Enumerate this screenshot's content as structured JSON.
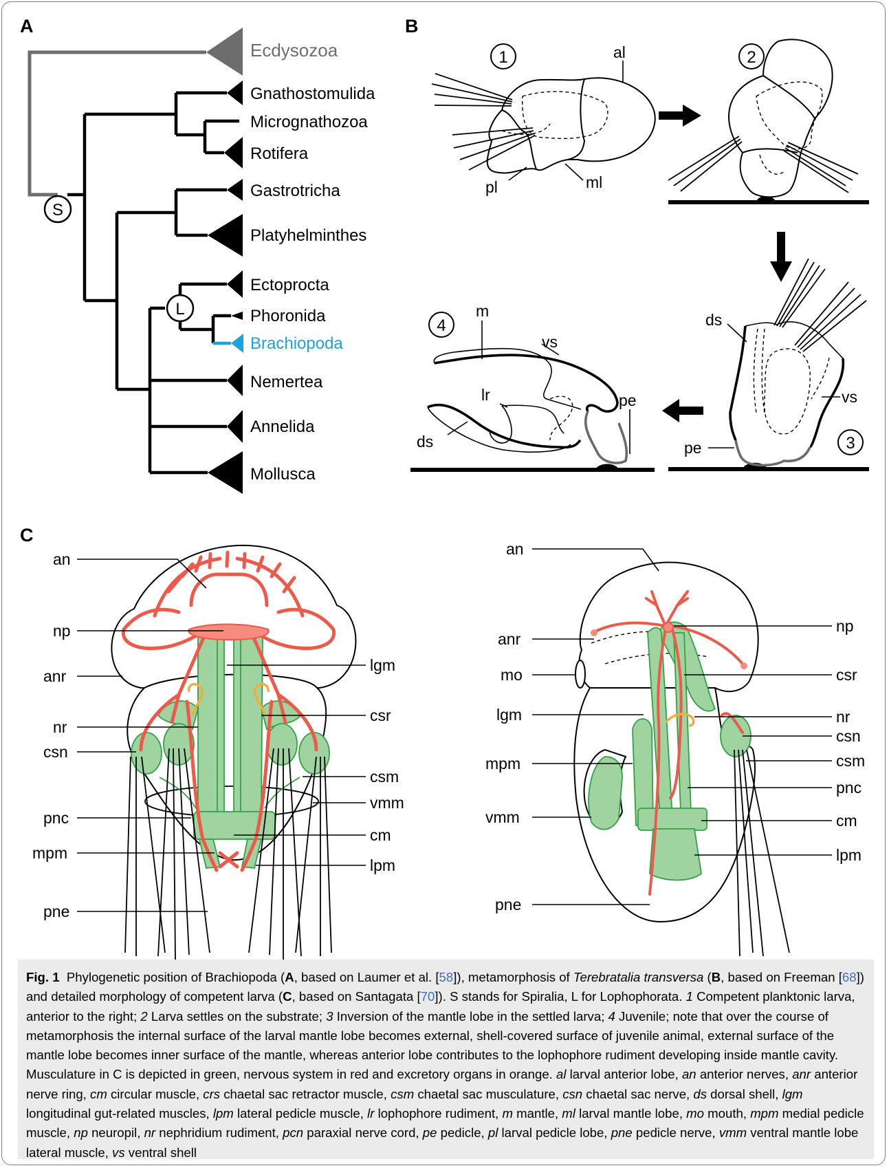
{
  "panels": {
    "a": "A",
    "b": "B",
    "c": "C"
  },
  "tree": {
    "taxa": [
      "Ecdysozoa",
      "Gnathostomulida",
      "Micrognathozoa",
      "Rotifera",
      "Gastrotricha",
      "Platyhelminthes",
      "Ectoprocta",
      "Phoronida",
      "Brachiopoda",
      "Nemertea",
      "Annelida",
      "Mollusca"
    ],
    "node_s": "S",
    "node_l": "L",
    "colors": {
      "ecdysozoa": "#6d6d6d",
      "brachiopoda": "#1ba3dc",
      "tree": "#000000"
    }
  },
  "stages": {
    "n1": "1",
    "n2": "2",
    "n3": "3",
    "n4": "4",
    "labels": {
      "al": "al",
      "pl": "pl",
      "ml": "ml",
      "ds": "ds",
      "vs": "vs",
      "pe": "pe",
      "m": "m",
      "lr": "lr"
    }
  },
  "larva_left": {
    "left_labels": [
      "an",
      "np",
      "anr",
      "nr",
      "csn",
      "pnc",
      "mpm",
      "pne"
    ],
    "right_labels": [
      "lgm",
      "csr",
      "csm",
      "vmm",
      "cm",
      "lpm"
    ]
  },
  "larva_right": {
    "left_labels": [
      "an",
      "anr",
      "mo",
      "lgm",
      "mpm",
      "vmm",
      "pne"
    ],
    "right_labels": [
      "np",
      "csr",
      "nr",
      "csn",
      "csm",
      "pnc",
      "cm",
      "lpm"
    ]
  },
  "colors": {
    "muscle_fill": "#9fd3a0",
    "muscle_stroke": "#33a047",
    "nerve": "#ee5a4a",
    "nerve_fill": "#f58c7e",
    "excretory": "#f4ad3d",
    "pedicle_grey": "#6b6b6b"
  },
  "caption": {
    "fig_label": "Fig. 1",
    "t1": "Phylogenetic position of Brachiopoda (",
    "A": "A",
    "t2": ", based on Laumer et al. [",
    "r58": "58",
    "t3": "]), metamorphosis of ",
    "species": "Terebratalia transversa",
    "t4": " (",
    "B": "B",
    "t5": ", based on Freeman [",
    "r68": "68",
    "t6": "]) and detailed morphology of competent larva (",
    "C": "C",
    "t7": ", based on Santagata [",
    "r70": "70",
    "t8": "]). S stands for Spiralia, L for Lophophorata. ",
    "n1": "1",
    "t9": " Competent planktonic larva, anterior to the right; ",
    "n2": "2",
    "t10": " Larva settles on the substrate; ",
    "n3": "3",
    "t11": " Inversion of the mantle lobe in the settled larva; ",
    "n4": "4",
    "t12": " Juvenile; note that over the course of metamorphosis the internal surface of the larval mantle lobe becomes external, shell-covered surface of juvenile animal, external surface of the mantle lobe becomes inner surface of the mantle, whereas anterior lobe contributes to the lophophore rudiment developing inside mantle cavity. Musculature in C is depicted in green, nervous system in red and excretory organs in orange. ",
    "al": "al",
    "al_d": " larval anterior lobe, ",
    "an": "an",
    "an_d": " anterior nerves, ",
    "anr": "anr",
    "anr_d": " anterior nerve ring, ",
    "cm": "cm",
    "cm_d": " circular muscle, ",
    "crs": "crs",
    "crs_d": " chaetal sac retractor muscle, ",
    "csm": "csm",
    "csm_d": " chaetal sac musculature, ",
    "csn": "csn",
    "csn_d": " chaetal sac nerve, ",
    "ds": "ds",
    "ds_d": " dorsal shell, ",
    "lgm": "lgm",
    "lgm_d": " longitudinal gut-related muscles, ",
    "lpm": "lpm",
    "lpm_d": " lateral pedicle muscle, ",
    "lr": "lr",
    "lr_d": " lophophore rudiment, ",
    "m": "m",
    "m_d": " mantle, ",
    "ml": "ml",
    "ml_d": " larval mantle lobe, ",
    "mo": "mo",
    "mo_d": " mouth, ",
    "mpm": "mpm",
    "mpm_d": " medial pedicle muscle, ",
    "np": "np",
    "np_d": " neuropil, ",
    "nr": "nr",
    "nr_d": " nephridium rudiment, ",
    "pcn": "pcn",
    "pcn_d": " paraxial nerve cord, ",
    "pe": "pe",
    "pe_d": " pedicle, ",
    "pl": "pl",
    "pl_d": " larval pedicle lobe, ",
    "pne": "pne",
    "pne_d": " pedicle nerve, ",
    "vmm": "vmm",
    "vmm_d": " ventral mantle lobe lateral muscle, ",
    "vs": "vs",
    "vs_d": " ventral shell"
  }
}
